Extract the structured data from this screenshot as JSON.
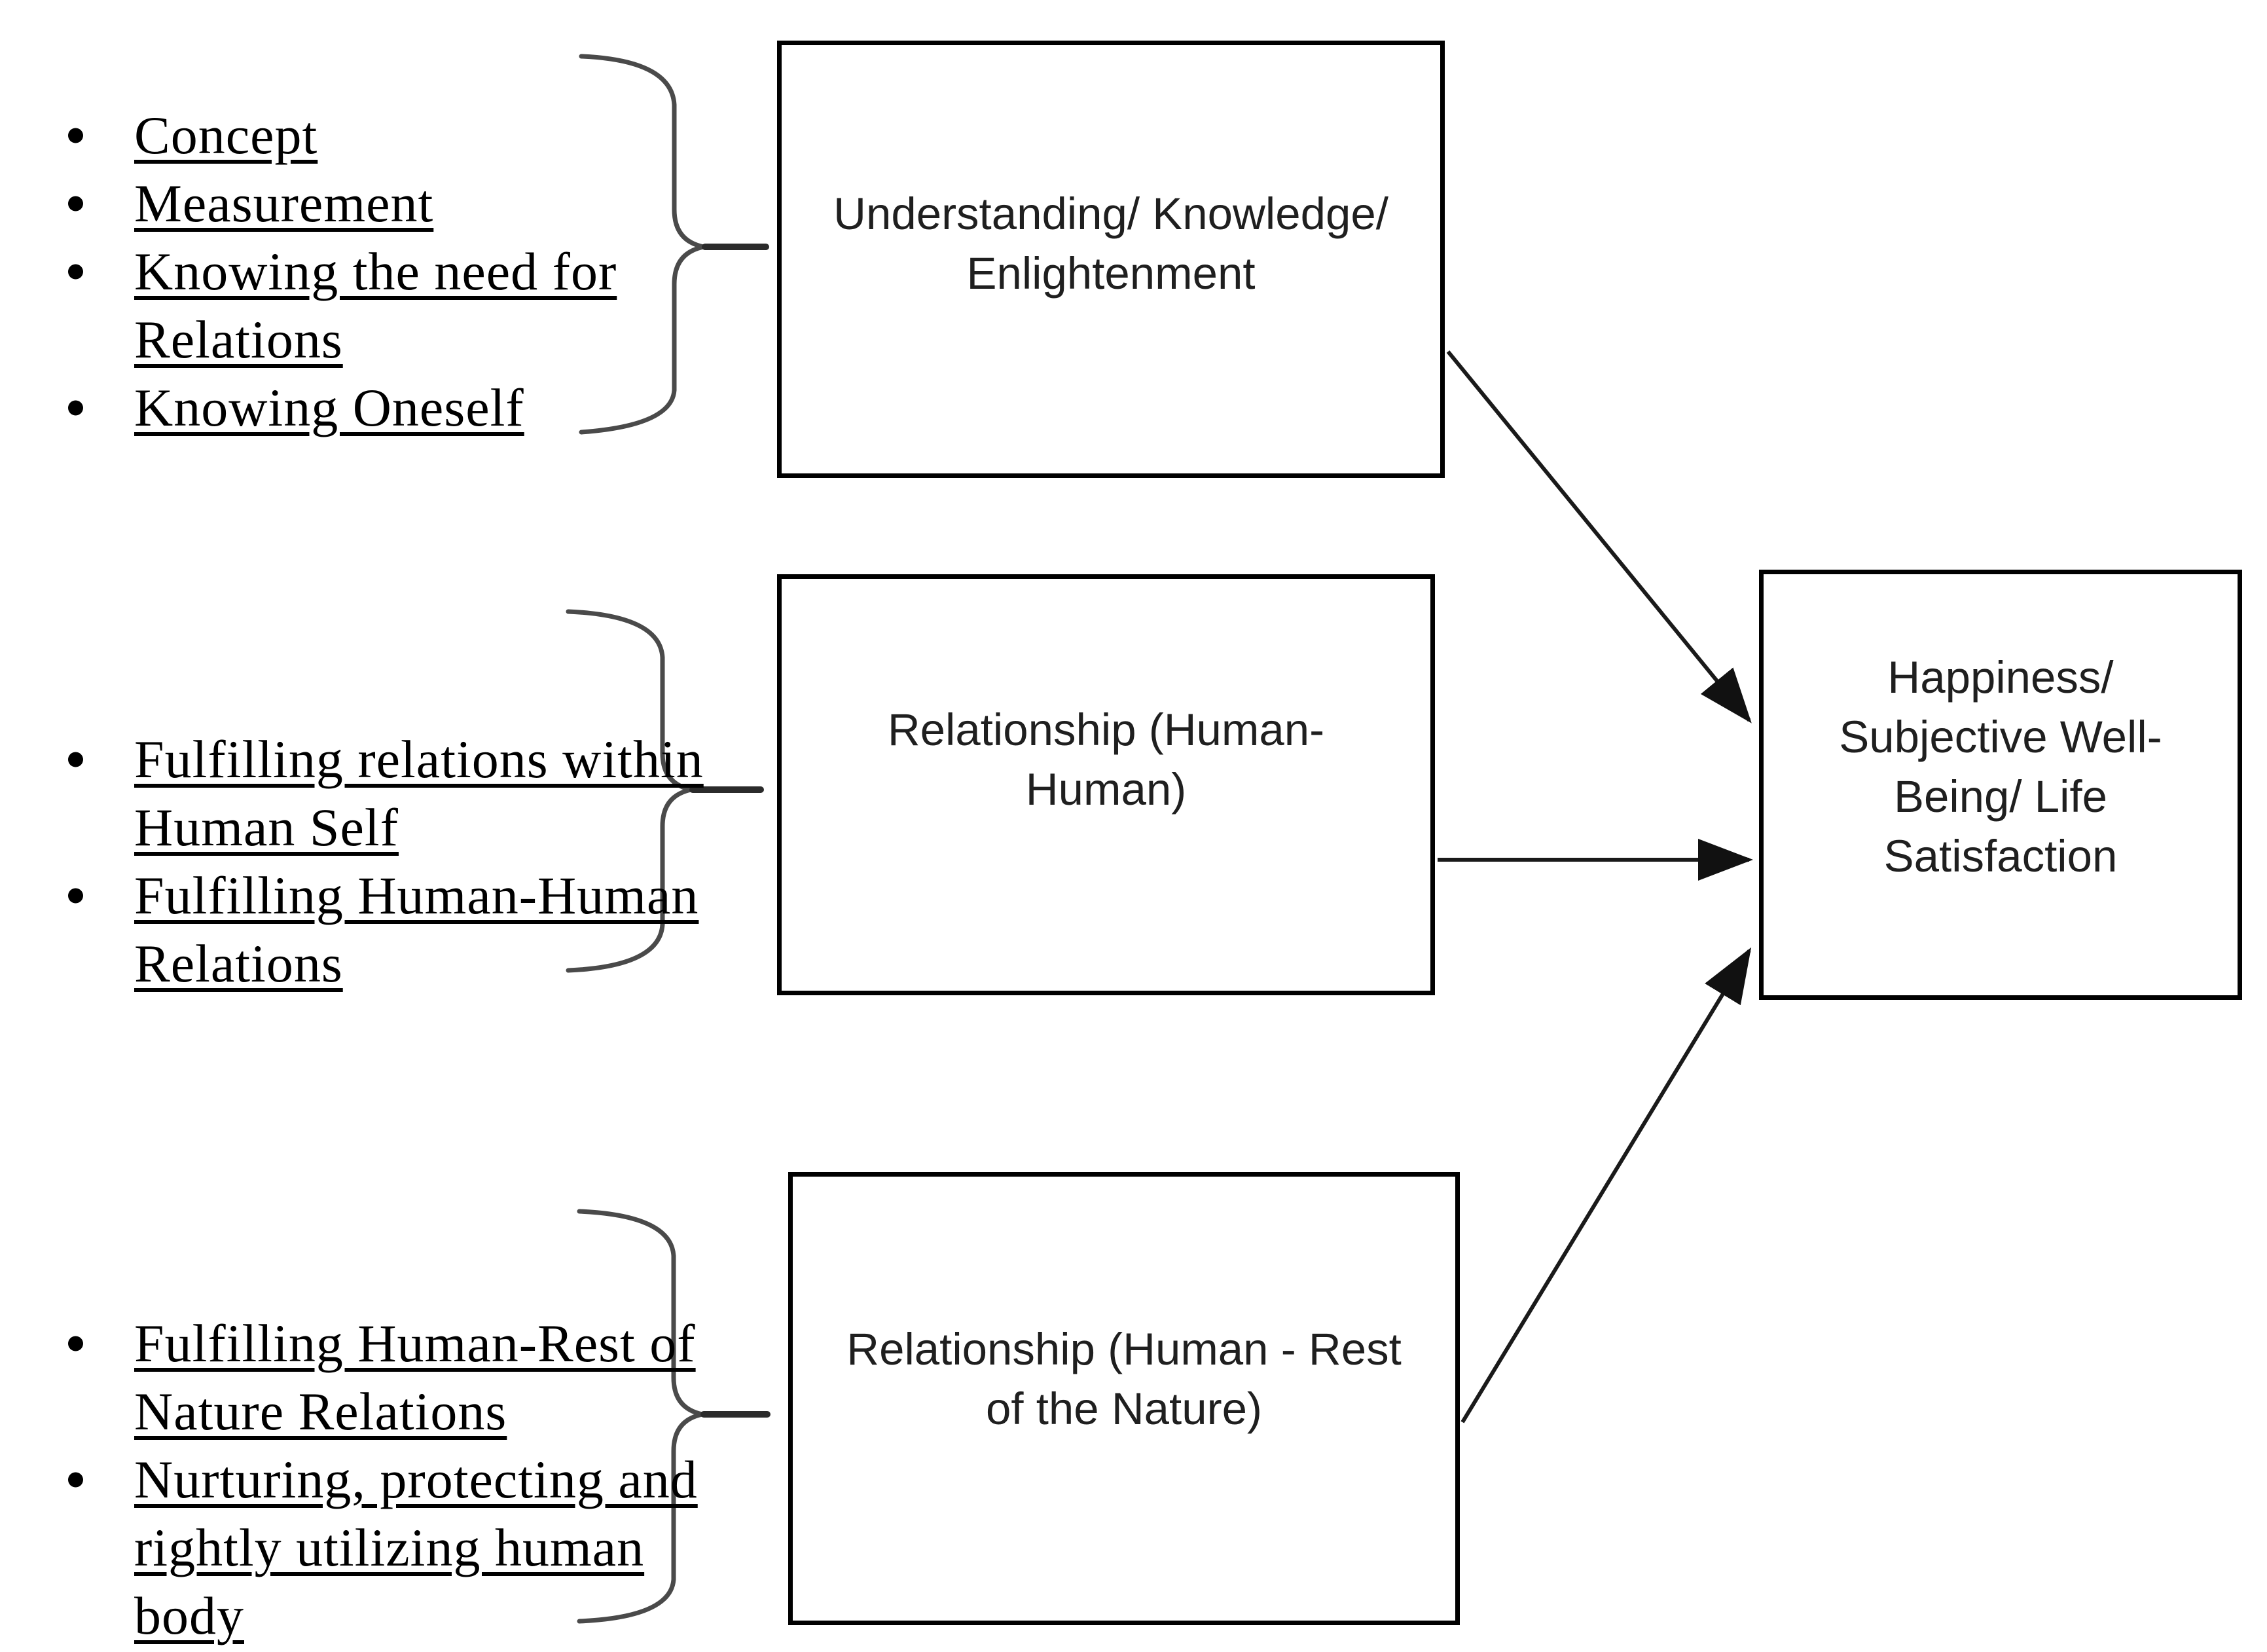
{
  "diagram": {
    "groups": [
      {
        "lines": [
          {
            "text": "Concept",
            "bullet": true
          },
          {
            "text": "Measurement",
            "bullet": true
          },
          {
            "text": "Knowing the need for",
            "bullet": true
          },
          {
            "text": "Relations",
            "bullet": false
          },
          {
            "text": "Knowing Oneself",
            "bullet": true
          }
        ]
      },
      {
        "lines": [
          {
            "text": "Fulfilling relations within",
            "bullet": true
          },
          {
            "text": "Human Self",
            "bullet": false
          },
          {
            "text": "Fulfilling Human-Human",
            "bullet": true
          },
          {
            "text": "Relations",
            "bullet": false
          }
        ]
      },
      {
        "lines": [
          {
            "text": "Fulfilling Human-Rest of",
            "bullet": true
          },
          {
            "text": "Nature Relations",
            "bullet": false
          },
          {
            "text": "Nurturing, protecting and",
            "bullet": true
          },
          {
            "text": "rightly utilizing human",
            "bullet": false
          },
          {
            "text": "body",
            "bullet": false
          }
        ]
      }
    ],
    "boxes": [
      {
        "id": "understanding",
        "lines": [
          "Understanding/ Knowledge/",
          "Enlightenment"
        ]
      },
      {
        "id": "relationship-human-human",
        "lines": [
          "Relationship (Human-",
          "Human)"
        ]
      },
      {
        "id": "relationship-human-nature",
        "lines": [
          "Relationship (Human - Rest",
          "of the Nature)"
        ]
      },
      {
        "id": "happiness",
        "lines": [
          "Happiness/",
          "Subjective Well-",
          "Being/ Life",
          "Satisfaction"
        ]
      }
    ],
    "colors": {
      "background": "#ffffff",
      "box_border": "#000000",
      "box_text": "#1f1f1f",
      "list_text": "#000000",
      "arrow": "#1a1a1a",
      "brace": "#4a4a4a"
    }
  }
}
